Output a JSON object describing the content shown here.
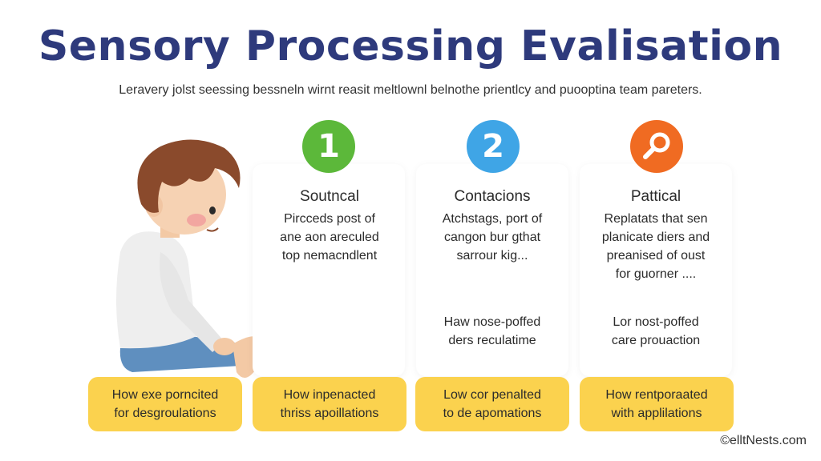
{
  "header": {
    "title": "Sensory Processing Evalisation",
    "subtitle": "Leravery jolst seessing bessneln wirnt reasit meltlownl belnothe prientlcy and puooptina team pareters."
  },
  "cards": [
    {
      "number": "1",
      "color": "#5cb83a",
      "heading": "Soutncal",
      "body": [
        "Pircceds post of",
        "ane aon areculed",
        "top nemacndlent"
      ],
      "note": []
    },
    {
      "number": "2",
      "color": "#3fa5e6",
      "heading": "Contacions",
      "body": [
        "Atchstags, port of",
        "cangon bur gthat",
        "sarrour kig..."
      ],
      "note": [
        "Haw nose-poffed",
        "ders reculatime"
      ]
    },
    {
      "icon": "magnifier-icon",
      "color": "#f06b22",
      "heading": "Pattical",
      "body": [
        "Replatats that sen",
        "planicate diers and",
        "preanised of oust",
        "for guorner ...."
      ],
      "note": [
        "Lor nost-poffed",
        "care prouaction"
      ]
    }
  ],
  "pills": [
    [
      "How exe porncited",
      "for desgroulations"
    ],
    [
      "How inpenacted",
      "thriss apoillations"
    ],
    [
      "Low cor penalted",
      "to de apomations"
    ],
    [
      "How rentporaated",
      "with applilations"
    ]
  ],
  "footer": {
    "credit": "©elltNests.com"
  },
  "colors": {
    "title": "#2e3a7c",
    "pill": "#fbd24e"
  }
}
